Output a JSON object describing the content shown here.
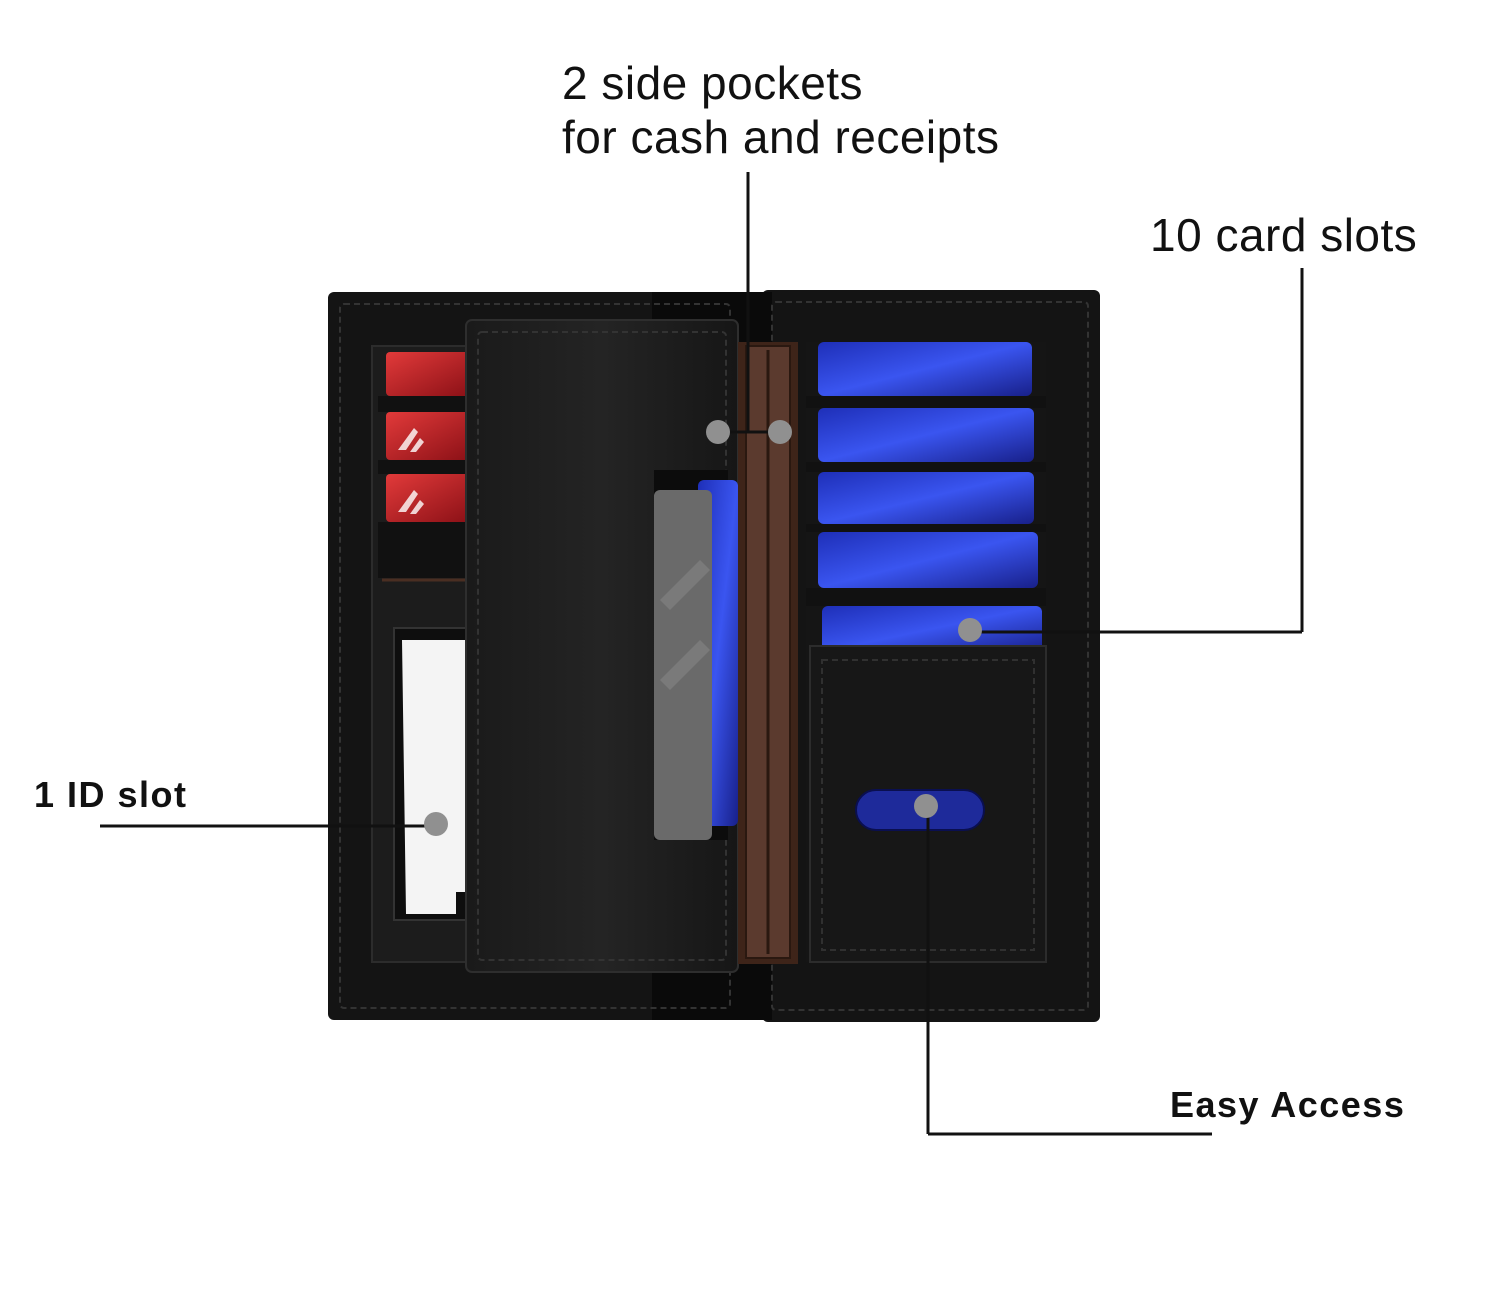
{
  "labels": {
    "side_pockets_line1": "2 side pockets",
    "side_pockets_line2": "for cash and receipts",
    "card_slots": "10 card slots",
    "id_slot": "1 ID slot",
    "easy_access": "Easy Access"
  },
  "colors": {
    "leather": "#151515",
    "leather_edge": "#2a2a2a",
    "stitch": "#3a3a3a",
    "lining": "#4a2e22",
    "card_red": "#c8202a",
    "card_blue": "#2a3fd6",
    "callout_dot": "#8f8f8f",
    "callout_line": "#111111"
  }
}
